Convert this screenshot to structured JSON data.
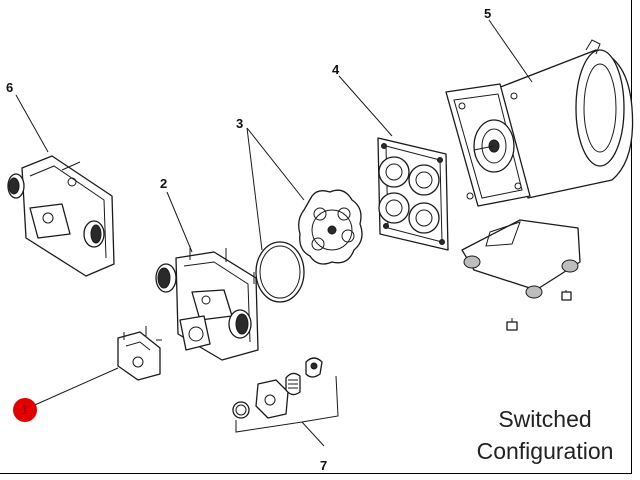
{
  "diagram": {
    "caption_line1": "Switched",
    "caption_line2": "Configuration",
    "highlight_color": "#e30000",
    "callouts": [
      {
        "id": "part-1",
        "label": "1"
      },
      {
        "id": "part-2",
        "label": "2"
      },
      {
        "id": "part-3",
        "label": "3"
      },
      {
        "id": "part-4",
        "label": "4"
      },
      {
        "id": "part-5",
        "label": "5"
      },
      {
        "id": "part-6",
        "label": "6"
      },
      {
        "id": "part-7",
        "label": "7"
      }
    ]
  }
}
